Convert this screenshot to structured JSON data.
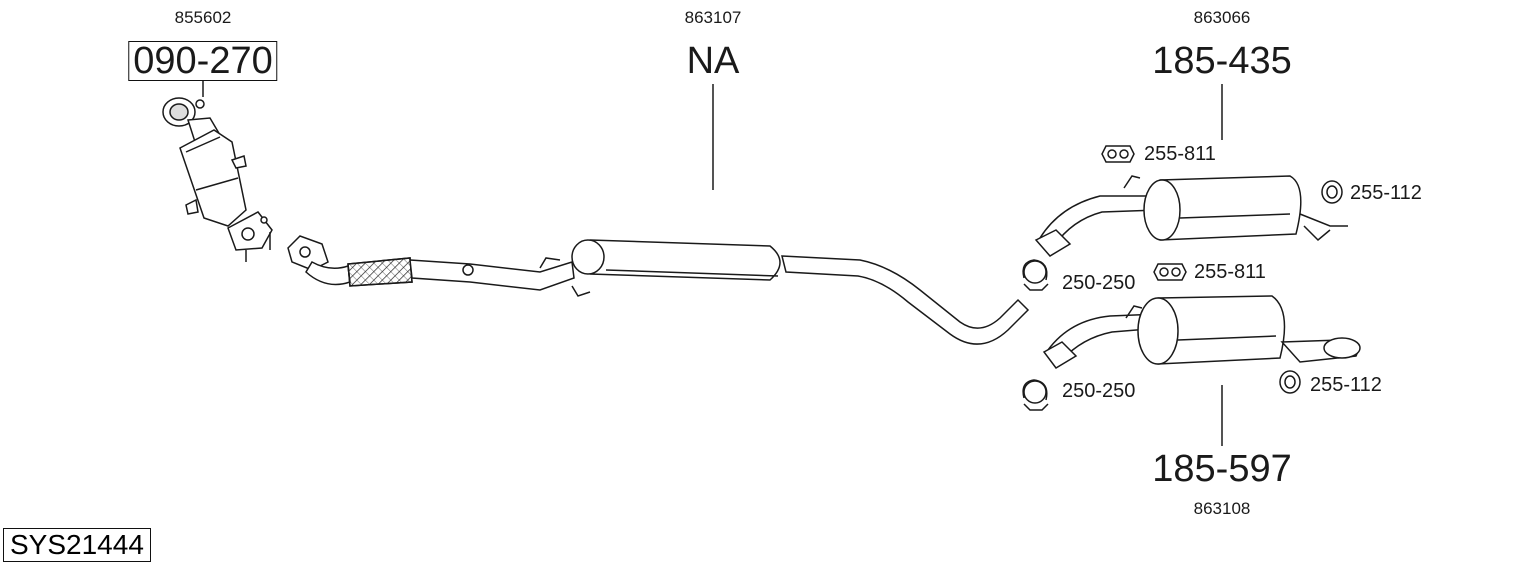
{
  "system_code": "SYS21444",
  "sections": [
    {
      "id": "front",
      "part_number": "090-270",
      "reference": "855602"
    },
    {
      "id": "middle",
      "part_number": "NA",
      "reference": "863107"
    },
    {
      "id": "rear_upper",
      "part_number": "185-435",
      "reference": "863066"
    },
    {
      "id": "rear_lower",
      "part_number": "185-597",
      "reference": "863108"
    }
  ],
  "accessories": [
    {
      "id": "upper_rubber",
      "part_number": "255-811",
      "icon": "rubber-mount-icon"
    },
    {
      "id": "upper_ring",
      "part_number": "255-112",
      "icon": "rubber-ring-icon"
    },
    {
      "id": "upper_clamp",
      "part_number": "250-250",
      "icon": "clamp-icon"
    },
    {
      "id": "lower_rubber",
      "part_number": "255-811",
      "icon": "rubber-mount-icon"
    },
    {
      "id": "lower_clamp",
      "part_number": "250-250",
      "icon": "clamp-icon"
    },
    {
      "id": "lower_ring",
      "part_number": "255-112",
      "icon": "rubber-ring-icon"
    }
  ],
  "colors": {
    "line": "#1a1a1a",
    "fill": "#ffffff",
    "shade": "#d9d9d9"
  }
}
